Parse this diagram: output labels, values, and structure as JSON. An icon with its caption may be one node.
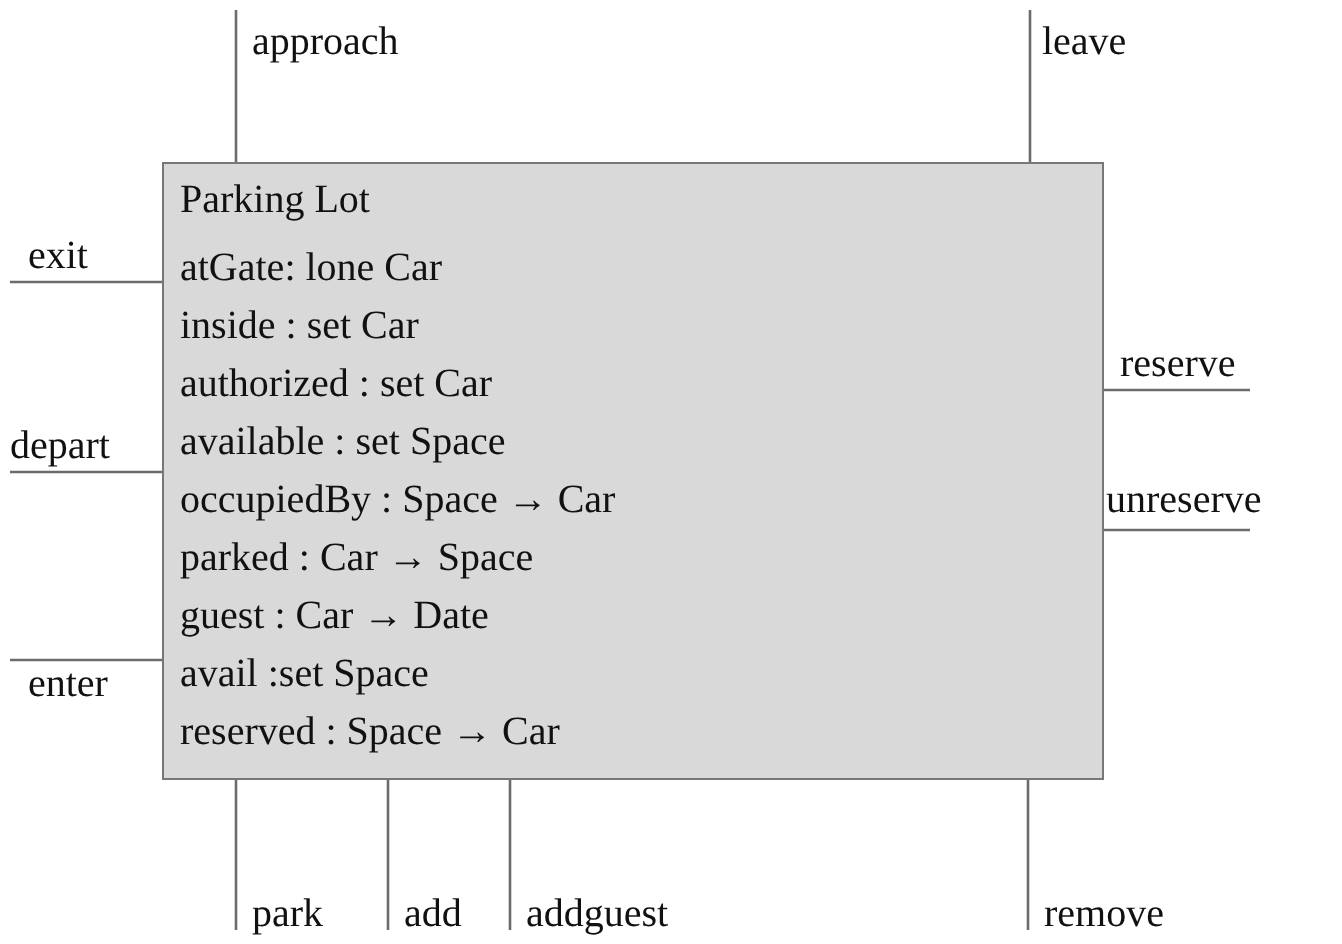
{
  "diagram": {
    "nodes": [
      {
        "text": [
          "Parking Lot",
          "atGate: lone Car",
          "inside : set Car",
          "authorized : set Car",
          "available : set Space",
          "occupiedBy : Space → Car",
          "parked : Car → Space",
          "guest : Car → Date",
          "avail :set Space",
          "reserved : Space → Car"
        ]
      },
      {
        "text": [
          "approach"
        ]
      },
      {
        "text": [
          "leave"
        ]
      },
      {
        "text": [
          "exit"
        ]
      },
      {
        "text": [
          "depart"
        ]
      },
      {
        "text": [
          "enter"
        ]
      },
      {
        "text": [
          "reserve"
        ]
      },
      {
        "text": [
          "unreserve"
        ]
      },
      {
        "text": [
          "park"
        ]
      },
      {
        "text": [
          "add"
        ]
      },
      {
        "text": [
          "addguest"
        ]
      },
      {
        "text": [
          "remove"
        ]
      }
    ],
    "edges": [
      {
        "from": 1,
        "to": 0,
        "arrow": "none"
      },
      {
        "from": 2,
        "to": 0,
        "arrow": "none"
      },
      {
        "from": 3,
        "to": 0,
        "arrow": "none"
      },
      {
        "from": 4,
        "to": 0,
        "arrow": "none"
      },
      {
        "from": 5,
        "to": 0,
        "arrow": "none"
      },
      {
        "from": 6,
        "to": 0,
        "arrow": "none"
      },
      {
        "from": 7,
        "to": 0,
        "arrow": "none"
      },
      {
        "from": 8,
        "to": 0,
        "arrow": "none"
      },
      {
        "from": 9,
        "to": 0,
        "arrow": "none"
      },
      {
        "from": 10,
        "to": 0,
        "arrow": "none"
      },
      {
        "from": 11,
        "to": 0,
        "arrow": "none"
      }
    ]
  }
}
